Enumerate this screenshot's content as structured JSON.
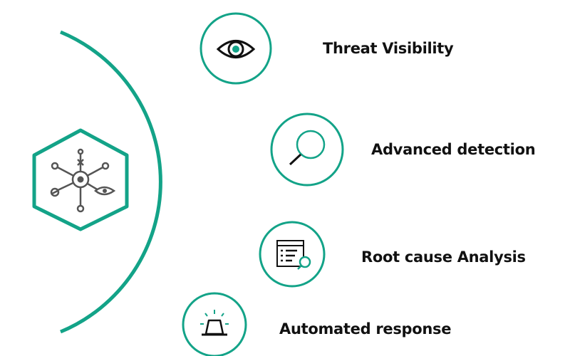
{
  "diagram": {
    "accent_color": "#13a388",
    "icon_color": "#1a1a1a",
    "hub": {
      "icon": "network-hub-eye-icon"
    },
    "steps": [
      {
        "label": "Threat Visibility",
        "icon": "eye-icon"
      },
      {
        "label": "Advanced detection",
        "icon": "magnifier-icon"
      },
      {
        "label": "Root cause Analysis",
        "icon": "report-search-icon"
      },
      {
        "label": "Automated response",
        "icon": "alarm-beacon-icon"
      }
    ]
  }
}
